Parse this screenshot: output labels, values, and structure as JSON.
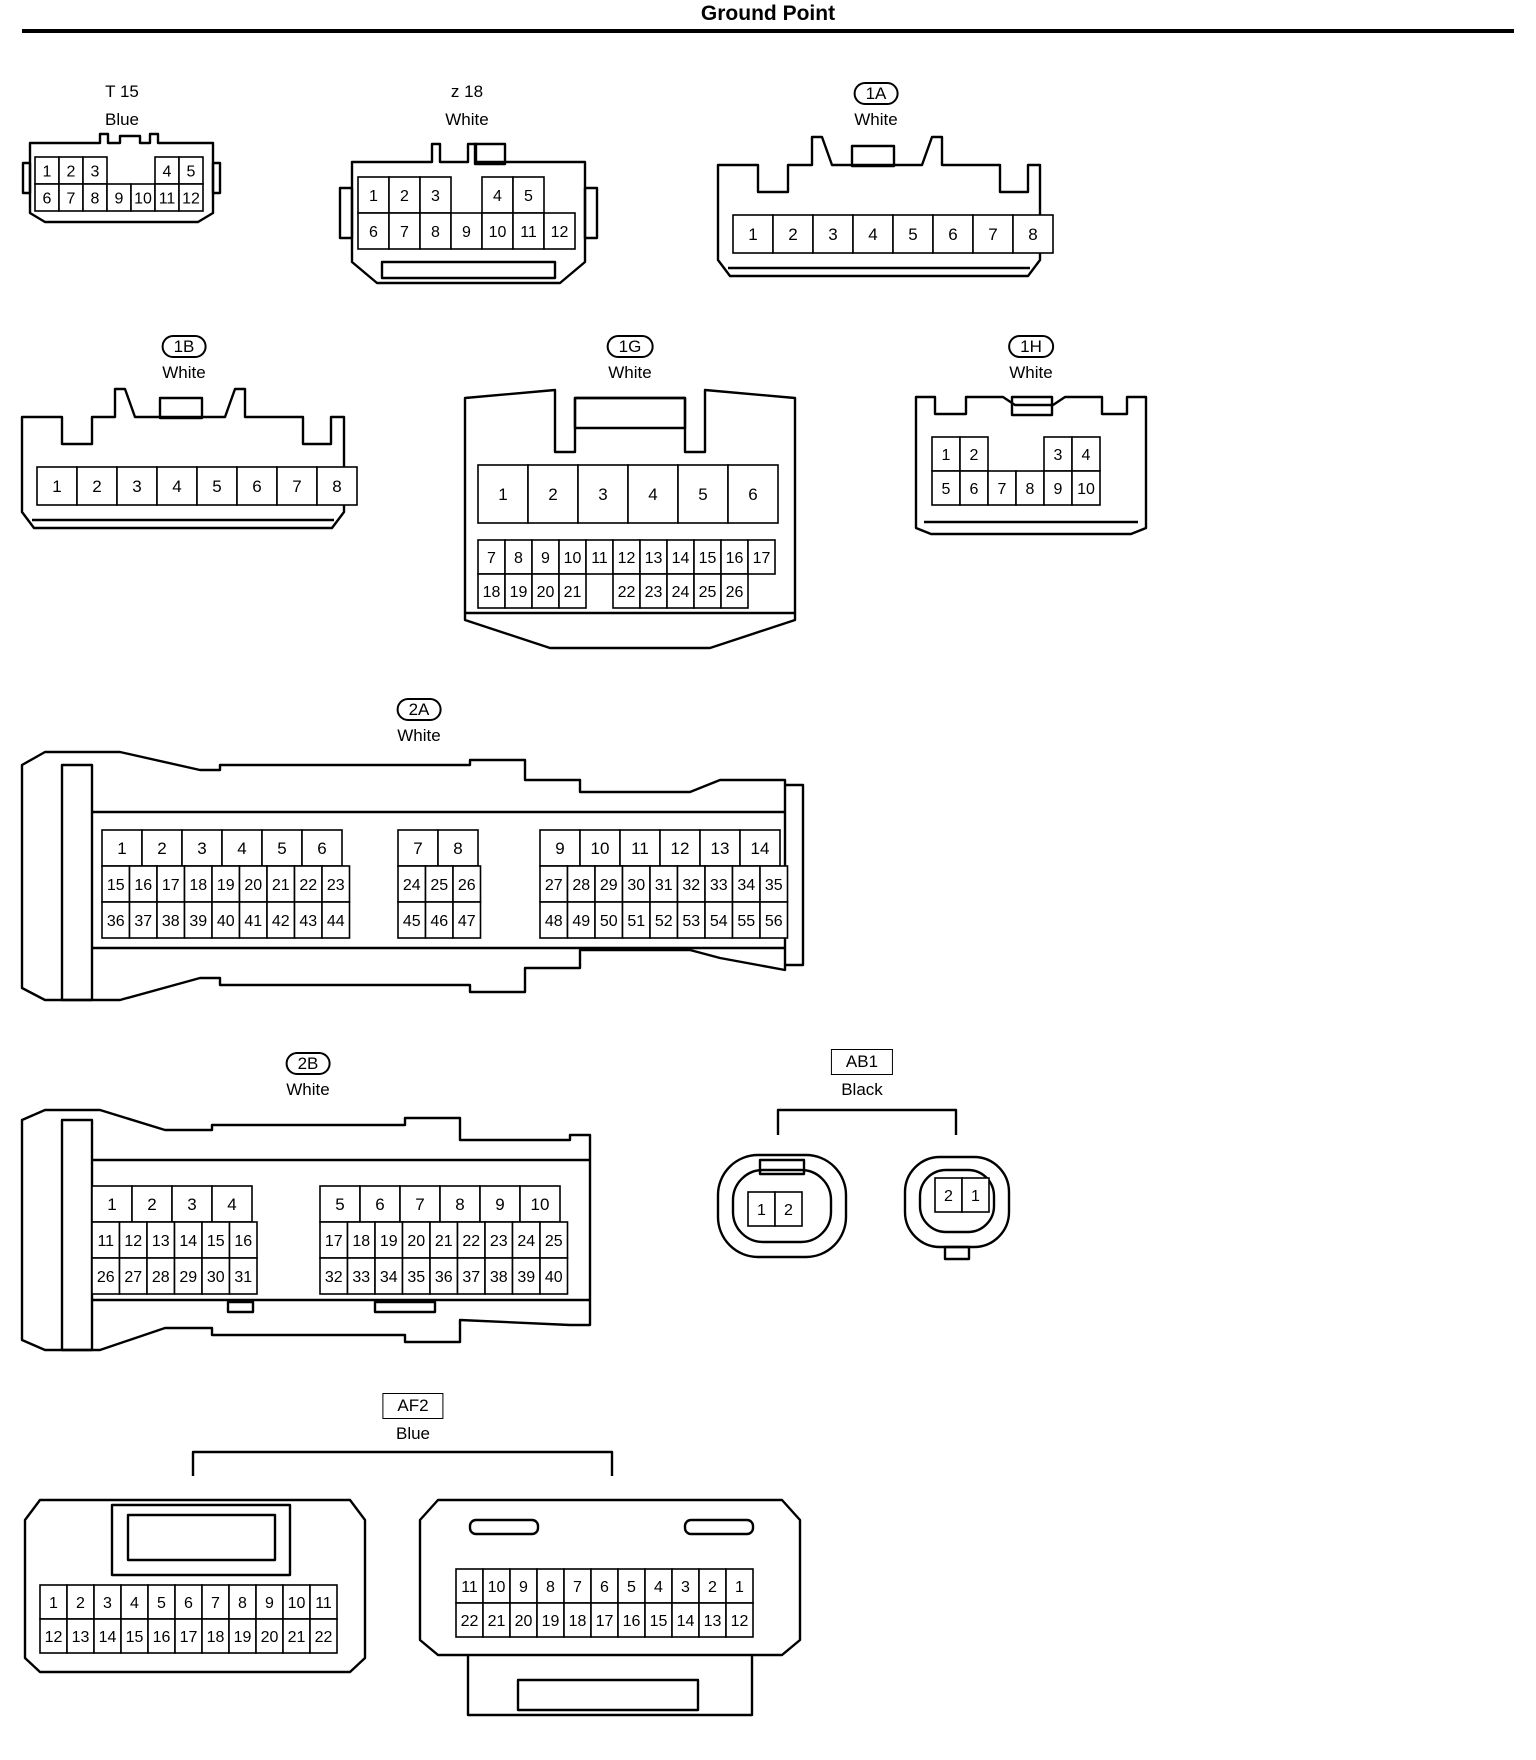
{
  "title": "Ground Point",
  "connectors": [
    {
      "id": "t15",
      "name": "T 15",
      "color": "Blue",
      "style": "plain",
      "rows": [
        [
          "1",
          "2",
          "3",
          "",
          "",
          "4",
          "5"
        ],
        [
          "6",
          "7",
          "8",
          "9",
          "10",
          "11",
          "12"
        ]
      ]
    },
    {
      "id": "z18",
      "name": "z 18",
      "color": "White",
      "style": "plain",
      "rows": [
        [
          "1",
          "2",
          "3",
          "",
          "4",
          "5"
        ],
        [
          "6",
          "7",
          "8",
          "9",
          "10",
          "11",
          "12"
        ]
      ]
    },
    {
      "id": "c1a",
      "name": "1A",
      "color": "White",
      "style": "oval",
      "rows": [
        [
          "1",
          "2",
          "3",
          "4",
          "5",
          "6",
          "7",
          "8"
        ]
      ]
    },
    {
      "id": "c1b",
      "name": "1B",
      "color": "White",
      "style": "oval",
      "rows": [
        [
          "1",
          "2",
          "3",
          "4",
          "5",
          "6",
          "7",
          "8"
        ]
      ]
    },
    {
      "id": "c1g",
      "name": "1G",
      "color": "White",
      "style": "oval",
      "rows": [
        [
          "1",
          "2",
          "3",
          "4",
          "5",
          "6"
        ],
        [
          "7",
          "8",
          "9",
          "10",
          "11",
          "12",
          "13",
          "14",
          "15",
          "16",
          "17"
        ],
        [
          "18",
          "19",
          "20",
          "21",
          "",
          "22",
          "23",
          "24",
          "25",
          "26"
        ]
      ]
    },
    {
      "id": "c1h",
      "name": "1H",
      "color": "White",
      "style": "oval",
      "rows": [
        [
          "1",
          "2",
          "",
          "",
          "3",
          "4"
        ],
        [
          "5",
          "6",
          "7",
          "8",
          "9",
          "10"
        ]
      ]
    },
    {
      "id": "c2a",
      "name": "2A",
      "color": "White",
      "style": "oval",
      "groups": [
        {
          "rows": [
            [
              "1",
              "2",
              "3",
              "4",
              "5",
              "6"
            ],
            [
              "15",
              "16",
              "17",
              "18",
              "19",
              "20",
              "21",
              "22",
              "23"
            ],
            [
              "36",
              "37",
              "38",
              "39",
              "40",
              "41",
              "42",
              "43",
              "44"
            ]
          ]
        },
        {
          "rows": [
            [
              "7",
              "8"
            ],
            [
              "24",
              "25",
              "26"
            ],
            [
              "45",
              "46",
              "47"
            ]
          ]
        },
        {
          "rows": [
            [
              "9",
              "10",
              "11",
              "12",
              "13",
              "14"
            ],
            [
              "27",
              "28",
              "29",
              "30",
              "31",
              "32",
              "33",
              "34",
              "35"
            ],
            [
              "48",
              "49",
              "50",
              "51",
              "52",
              "53",
              "54",
              "55",
              "56"
            ]
          ]
        }
      ]
    },
    {
      "id": "c2b",
      "name": "2B",
      "color": "White",
      "style": "oval",
      "groups": [
        {
          "rows": [
            [
              "1",
              "2",
              "3",
              "4"
            ],
            [
              "11",
              "12",
              "13",
              "14",
              "15",
              "16"
            ],
            [
              "26",
              "27",
              "28",
              "29",
              "30",
              "31"
            ]
          ]
        },
        {
          "rows": [
            [
              "5",
              "6",
              "7",
              "8",
              "9",
              "10"
            ],
            [
              "17",
              "18",
              "19",
              "20",
              "21",
              "22",
              "23",
              "24",
              "25"
            ],
            [
              "32",
              "33",
              "34",
              "35",
              "36",
              "37",
              "38",
              "39",
              "40"
            ]
          ]
        }
      ]
    },
    {
      "id": "ab1",
      "name": "AB1",
      "color": "Black",
      "style": "box",
      "pair": [
        [
          "1",
          "2"
        ],
        [
          "2",
          "1"
        ]
      ]
    },
    {
      "id": "af2",
      "name": "AF2",
      "color": "Blue",
      "style": "box",
      "pair": [
        [
          [
            "1",
            "2",
            "3",
            "4",
            "5",
            "6",
            "7",
            "8",
            "9",
            "10",
            "11"
          ],
          [
            "12",
            "13",
            "14",
            "15",
            "16",
            "17",
            "18",
            "19",
            "20",
            "21",
            "22"
          ]
        ],
        [
          [
            "11",
            "10",
            "9",
            "8",
            "7",
            "6",
            "5",
            "4",
            "3",
            "2",
            "1"
          ],
          [
            "22",
            "21",
            "20",
            "19",
            "18",
            "17",
            "16",
            "15",
            "14",
            "13",
            "12"
          ]
        ]
      ]
    }
  ]
}
